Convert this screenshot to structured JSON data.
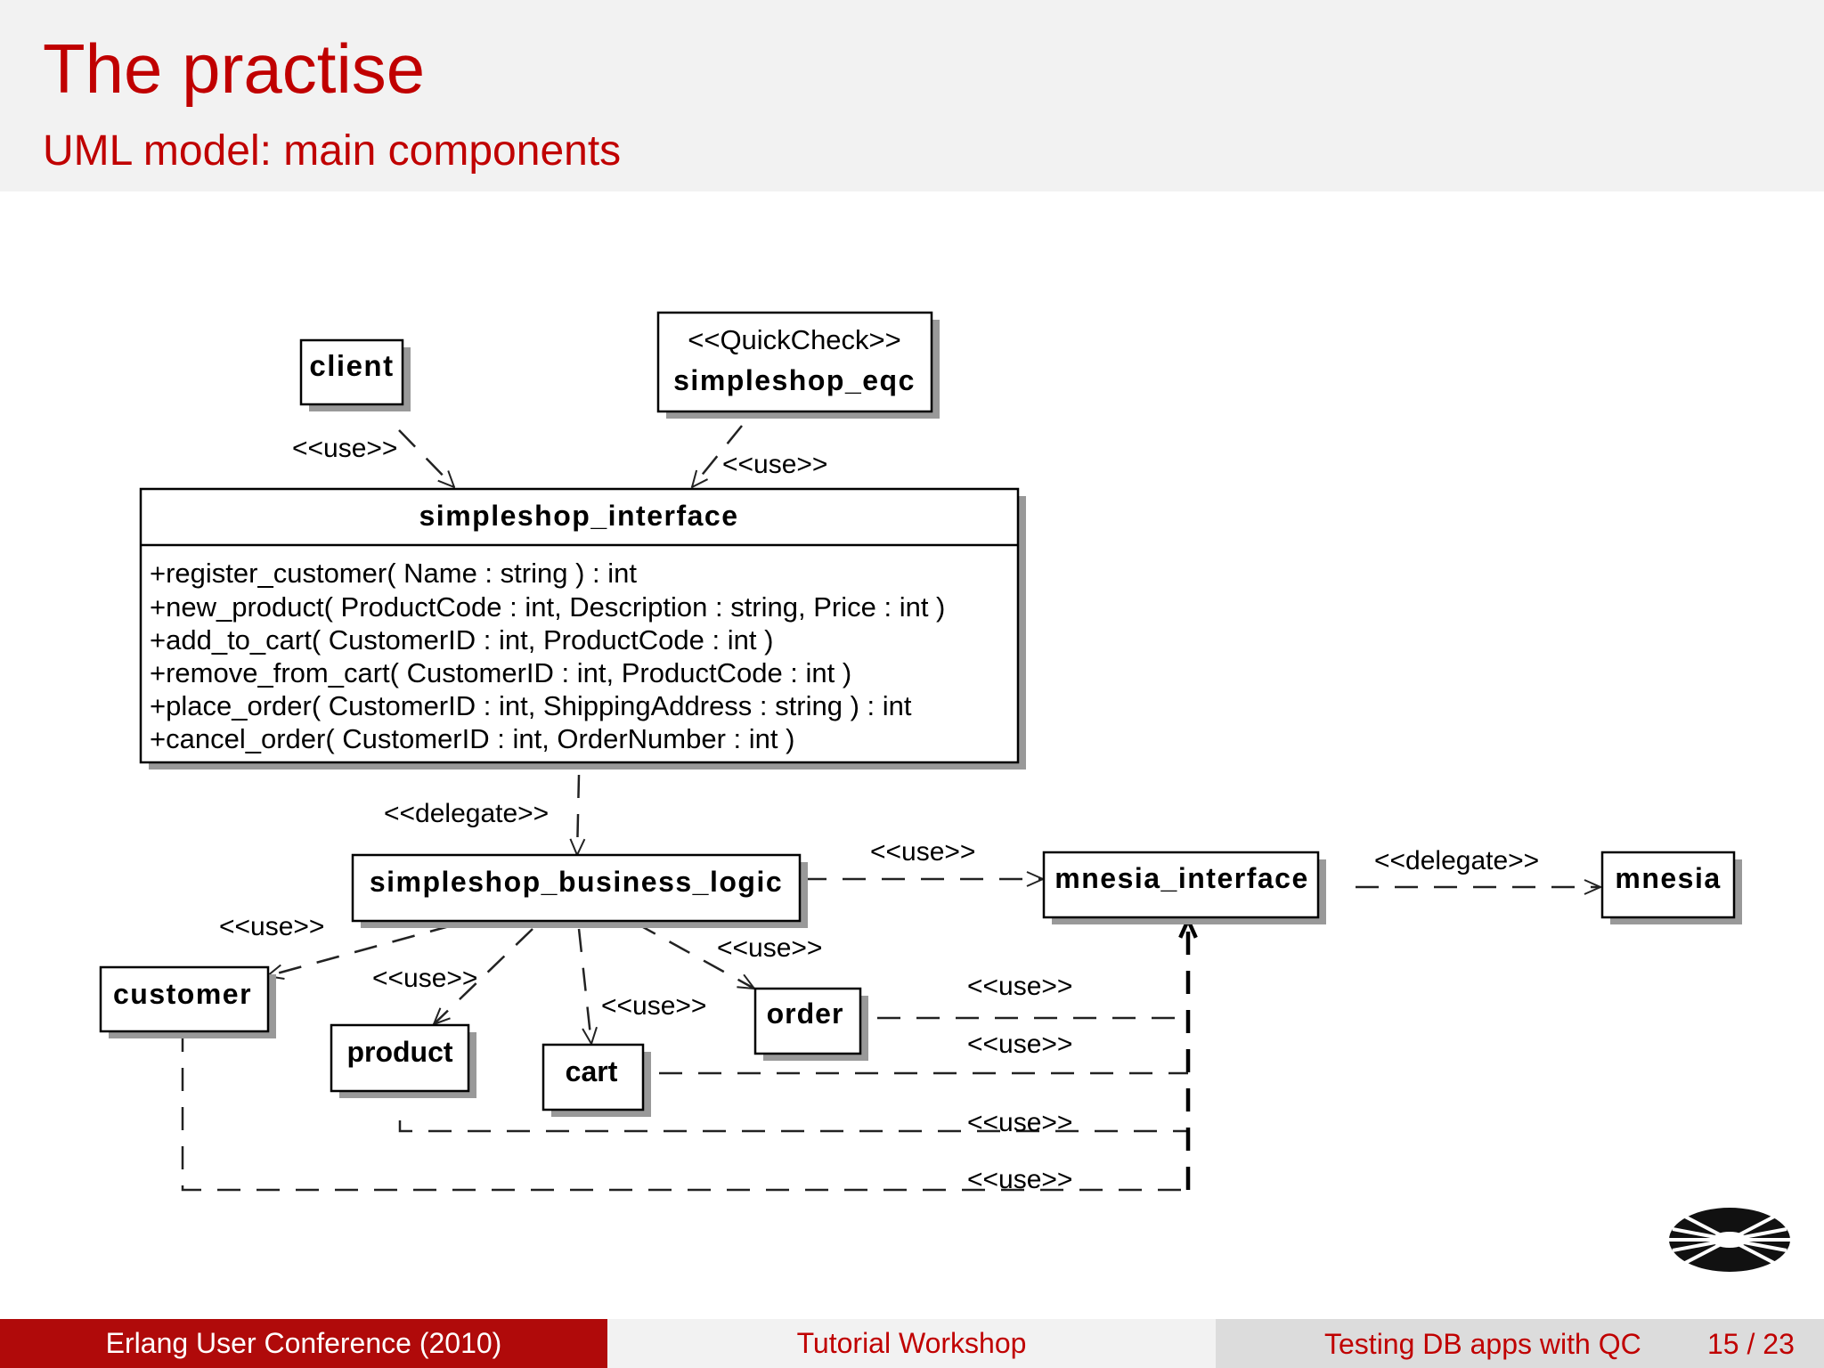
{
  "slide": {
    "title": "The practise",
    "subtitle": "UML model: main components"
  },
  "diagram": {
    "client": "client",
    "simpleshop_eqc": {
      "stereotype": "<<QuickCheck>>",
      "name": "simpleshop_eqc"
    },
    "simpleshop_interface": {
      "name": "simpleshop_interface",
      "operations": [
        "+register_customer( Name : string ) : int",
        "+new_product( ProductCode : int, Description : string, Price : int )",
        "+add_to_cart( CustomerID : int, ProductCode : int )",
        "+remove_from_cart( CustomerID : int, ProductCode : int )",
        "+place_order( CustomerID : int, ShippingAddress : string ) : int",
        "+cancel_order( CustomerID : int, OrderNumber : int )"
      ]
    },
    "simpleshop_business_logic": "simpleshop_business_logic",
    "mnesia_interface": "mnesia_interface",
    "mnesia": "mnesia",
    "customer": "customer",
    "product": "product",
    "cart": "cart",
    "order": "order",
    "labels": {
      "use": "<<use>>",
      "delegate": "<<delegate>>"
    }
  },
  "footer": {
    "conference": "Erlang User Conference  (2010)",
    "event": "Tutorial Workshop",
    "talk": "Testing DB apps with QC",
    "page": "15 / 23"
  }
}
